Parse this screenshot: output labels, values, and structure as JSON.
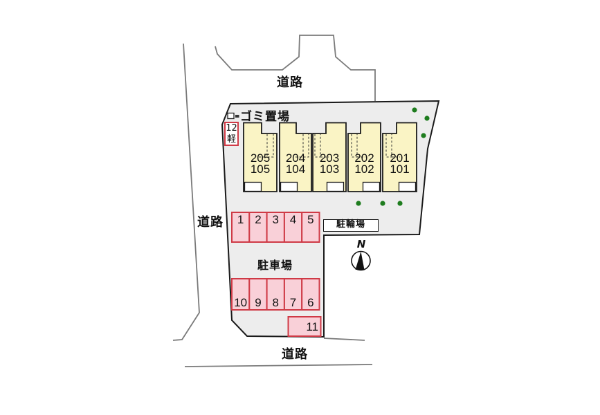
{
  "roads": {
    "top_label": "道路",
    "left_label": "道路",
    "bottom_label": "道路"
  },
  "site": {
    "garbage_area_label": "ゴミ置場",
    "kei_stall": {
      "number": "12",
      "type": "軽"
    },
    "building_units": [
      {
        "upper": "205",
        "lower": "105"
      },
      {
        "upper": "204",
        "lower": "104"
      },
      {
        "upper": "203",
        "lower": "103"
      },
      {
        "upper": "202",
        "lower": "102"
      },
      {
        "upper": "201",
        "lower": "101"
      }
    ],
    "bicycle_parking_label": "駐輪場",
    "parking_lot_label": "駐車場",
    "parking_stalls_row_top": [
      "1",
      "2",
      "3",
      "4",
      "5"
    ],
    "parking_stalls_row_bottom": [
      "10",
      "9",
      "8",
      "7",
      "6"
    ],
    "stall_11_label": "11",
    "compass_north_label": "N"
  },
  "colors": {
    "site_fill": "#ededed",
    "building_fill": "#faf4c5",
    "stall_fill": "#f9d0d8",
    "stall_border": "#cf3a46",
    "kei_border": "#cf3a46",
    "tree_green": "#1e7c1e",
    "road_line": "#7a7a7a",
    "outline": "#1a1a1a"
  }
}
